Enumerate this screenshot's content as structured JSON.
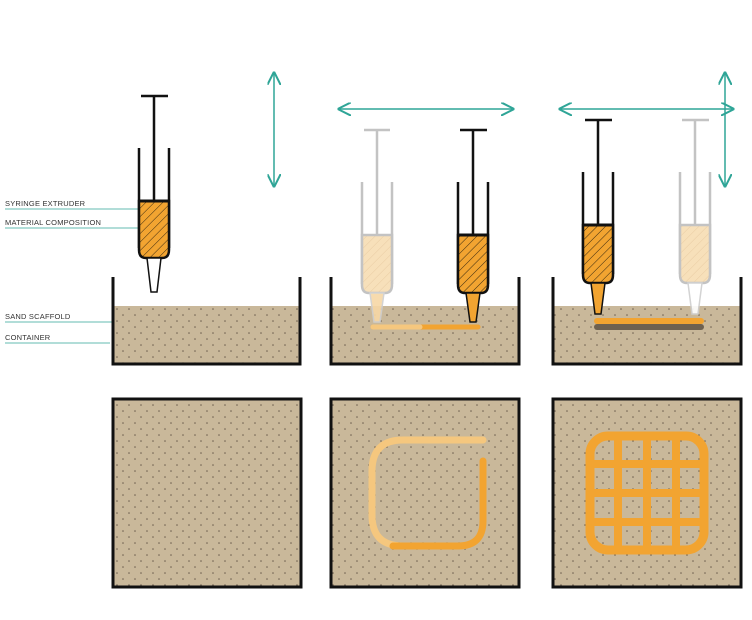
{
  "labels": {
    "syringe_extruder": "SYRINGE EXTRUDER",
    "material_composition": "MATERIAL COMPOSITION",
    "sand_scaffold": "SAND SCAFFOLD",
    "container": "CONTAINER"
  },
  "colors": {
    "sand": "#c9b89a",
    "sand_dot": "#6e6150",
    "material": "#f2a431",
    "material_faded": "#f7d8a6",
    "material_path_faded": "#f5c77e",
    "deposited_lower": "#6e6150",
    "arrow": "#2fa597",
    "outline": "#111111",
    "ghost": "#bdbdbd"
  },
  "icons": [
    "syringe-extruder-icon",
    "vertical-motion-arrow-icon",
    "horizontal-motion-arrow-icon",
    "sand-container-icon"
  ]
}
